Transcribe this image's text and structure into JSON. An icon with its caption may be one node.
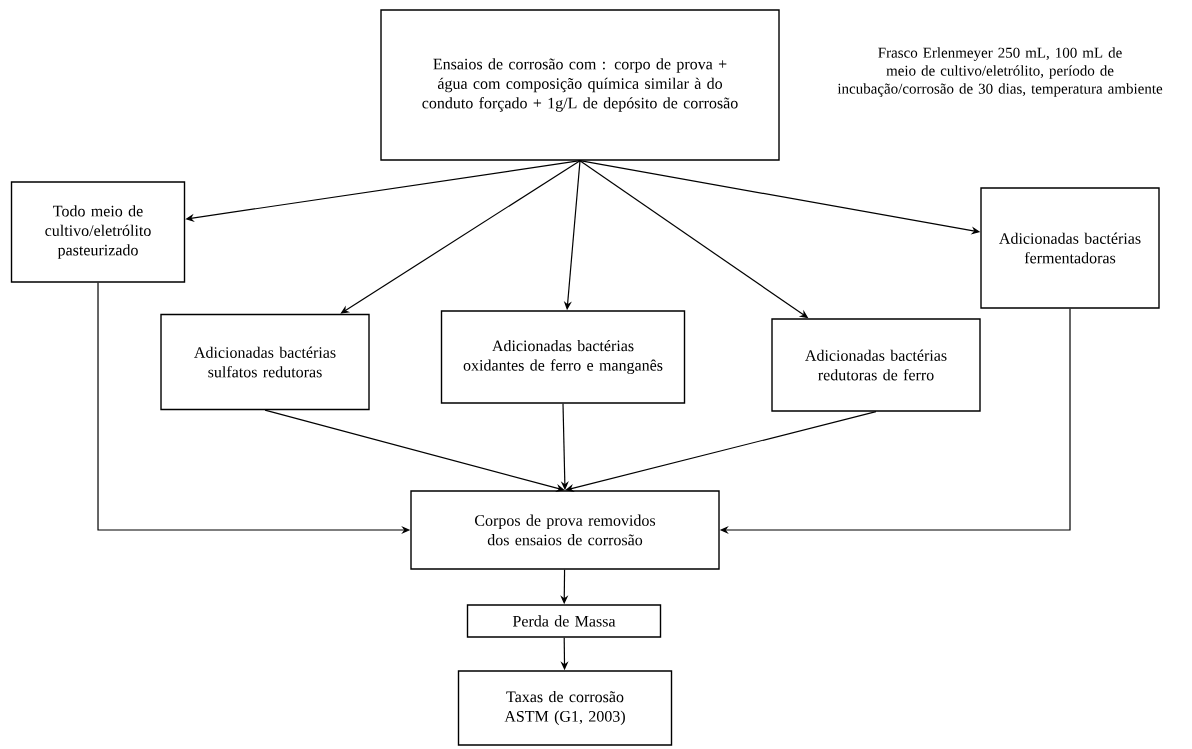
{
  "diagram": {
    "nodes": [
      {
        "text": [
          "Ensaios de corrosão com : corpo de prova + água com composição química similar à do conduto forçado + 1g/L de depósito de corrosão"
        ]
      },
      {
        "text": [
          "Todo meio de cultivo/eletrólito pasteurizado"
        ]
      },
      {
        "text": [
          "Adicionadas bactérias sulfatos redutoras"
        ]
      },
      {
        "text": [
          "Adicionadas bactérias oxidantes de ferro e manganês"
        ]
      },
      {
        "text": [
          "Adicionadas bactérias redutoras de ferro"
        ]
      },
      {
        "text": [
          "Adicionadas bactérias fermentadoras"
        ]
      },
      {
        "text": [
          "Corpos de prova removidos dos ensaios de corrosão"
        ]
      },
      {
        "text": [
          "Perda de Massa"
        ]
      },
      {
        "text": [
          "Taxas de corrosão ASTM (G1, 2003)"
        ]
      }
    ],
    "edges": [
      {
        "from": 0,
        "to": 1,
        "arrow": "to"
      },
      {
        "from": 0,
        "to": 2,
        "arrow": "to"
      },
      {
        "from": 0,
        "to": 3,
        "arrow": "to"
      },
      {
        "from": 0,
        "to": 4,
        "arrow": "to"
      },
      {
        "from": 0,
        "to": 5,
        "arrow": "to"
      },
      {
        "from": 1,
        "to": 6,
        "arrow": "to"
      },
      {
        "from": 2,
        "to": 6,
        "arrow": "to"
      },
      {
        "from": 3,
        "to": 6,
        "arrow": "to"
      },
      {
        "from": 4,
        "to": 6,
        "arrow": "to"
      },
      {
        "from": 5,
        "to": 6,
        "arrow": "to"
      },
      {
        "from": 6,
        "to": 7,
        "arrow": "to"
      },
      {
        "from": 7,
        "to": 8,
        "arrow": "to"
      }
    ],
    "labels": [
      "Frasco Erlenmeyer 250 mL, 100 mL de meio de cultivo/eletrólito, período de incubação/corrosão de 30 dias, temperatura ambiente"
    ]
  }
}
